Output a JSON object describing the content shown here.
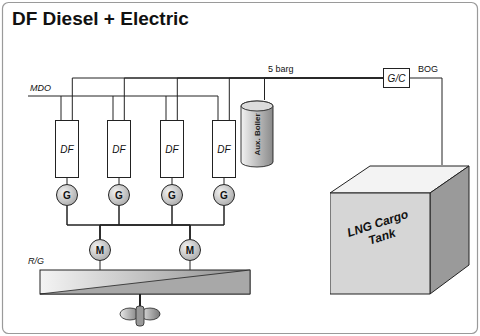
{
  "diagram": {
    "title": "DF Diesel + Electric",
    "nodes": [
      {
        "text": [
          "G/C"
        ]
      },
      {
        "text": [
          "DF"
        ]
      },
      {
        "text": [
          "DF"
        ]
      },
      {
        "text": [
          "DF"
        ]
      },
      {
        "text": [
          "DF"
        ]
      },
      {
        "text": [
          "Aux. Boiler"
        ]
      },
      {
        "text": [
          "LNG Cargo Tank"
        ]
      },
      {
        "text": [
          "G"
        ]
      },
      {
        "text": [
          "G"
        ]
      },
      {
        "text": [
          "G"
        ]
      },
      {
        "text": [
          "G"
        ]
      },
      {
        "text": [
          "M"
        ]
      },
      {
        "text": [
          "M"
        ]
      }
    ],
    "edges": [
      {
        "from": 6,
        "to": 0,
        "arrow": "none"
      },
      {
        "from": 0,
        "to": 1,
        "arrow": "none"
      },
      {
        "from": 0,
        "to": 2,
        "arrow": "none"
      },
      {
        "from": 0,
        "to": 3,
        "arrow": "none"
      },
      {
        "from": 0,
        "to": 4,
        "arrow": "none"
      },
      {
        "from": 0,
        "to": 5,
        "arrow": "none"
      },
      {
        "from": 1,
        "to": 7,
        "arrow": "none"
      },
      {
        "from": 2,
        "to": 8,
        "arrow": "none"
      },
      {
        "from": 3,
        "to": 9,
        "arrow": "none"
      },
      {
        "from": 4,
        "to": 10,
        "arrow": "none"
      },
      {
        "from": 7,
        "to": 11,
        "arrow": "none"
      },
      {
        "from": 7,
        "to": 12,
        "arrow": "none"
      },
      {
        "from": 8,
        "to": 11,
        "arrow": "none"
      },
      {
        "from": 8,
        "to": 12,
        "arrow": "none"
      },
      {
        "from": 9,
        "to": 11,
        "arrow": "none"
      },
      {
        "from": 9,
        "to": 12,
        "arrow": "none"
      },
      {
        "from": 10,
        "to": 11,
        "arrow": "none"
      },
      {
        "from": 10,
        "to": 12,
        "arrow": "none"
      }
    ],
    "labels": [
      "MDO",
      "5 barg",
      "BOG",
      "R/G"
    ]
  }
}
